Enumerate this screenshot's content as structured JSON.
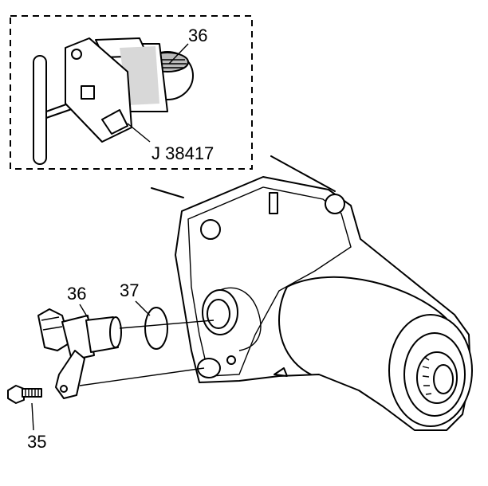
{
  "labels": {
    "part_36_top": "36",
    "tool": "J 38417",
    "part_36": "36",
    "part_37": "37",
    "part_35": "35"
  }
}
